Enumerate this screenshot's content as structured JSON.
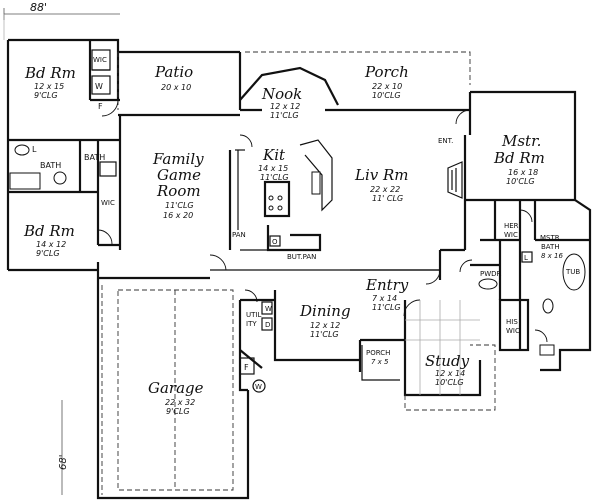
{
  "dimensions": {
    "top_width": "88'",
    "left_depth": "68'"
  },
  "rooms": {
    "bdrm1": {
      "name": "Bd Rm",
      "size": "12 x 15",
      "clg": "9'CLG",
      "wic": "WIC"
    },
    "patio": {
      "name": "Patio",
      "size": "20 x 10"
    },
    "nook": {
      "name": "Nook",
      "size": "12 x 12",
      "clg": "11'CLG"
    },
    "porch": {
      "name": "Porch",
      "size": "22 x 10",
      "clg": "10'CLG"
    },
    "family": {
      "name_line1": "Family",
      "name_line2": "Game",
      "name_line3": "Room",
      "clg": "11'CLG",
      "size": "16 x 20"
    },
    "kit": {
      "name": "Kit",
      "size": "14 x 15",
      "clg": "11'CLG"
    },
    "liv": {
      "name": "Liv Rm",
      "size": "22 x 22",
      "clg": "11' CLG"
    },
    "mstr": {
      "name_line1": "Mstr.",
      "name_line2": "Bd Rm",
      "size": "16 x 18",
      "clg": "10'CLG"
    },
    "bath": {
      "name": "BATH"
    },
    "bdrm2": {
      "name": "Bd Rm",
      "size": "14 x 12",
      "clg": "9'CLG",
      "wic": "WIC"
    },
    "entry": {
      "name": "Entry",
      "size": "7 x 14",
      "clg": "11'CLG"
    },
    "dining": {
      "name": "Dining",
      "size": "12 x 12",
      "clg": "11'CLG"
    },
    "utility": {
      "name_line1": "UTIL",
      "name_line2": "ITY"
    },
    "porch2": {
      "name": "PORCH",
      "size": "7 x 5"
    },
    "study": {
      "name": "Study",
      "size": "12 x 14",
      "clg": "10'CLG"
    },
    "garage": {
      "name": "Garage",
      "size": "22 x 32",
      "clg": "9'CLG"
    },
    "mbath": {
      "name_line1": "MSTR.",
      "name_line2": "BATH",
      "size": "8 x 16"
    }
  },
  "labels": {
    "her_wic_1": "HER",
    "her_wic_2": "WIC",
    "his_wic_1": "HIS",
    "his_wic_2": "WIC",
    "pwdr": "PWDR",
    "tub": "TUB",
    "pan": "PAN",
    "but_pan": "BUT.PAN",
    "ent": "ENT.",
    "w": "W",
    "d": "D",
    "f": "F",
    "l": "L",
    "o": "O"
  }
}
